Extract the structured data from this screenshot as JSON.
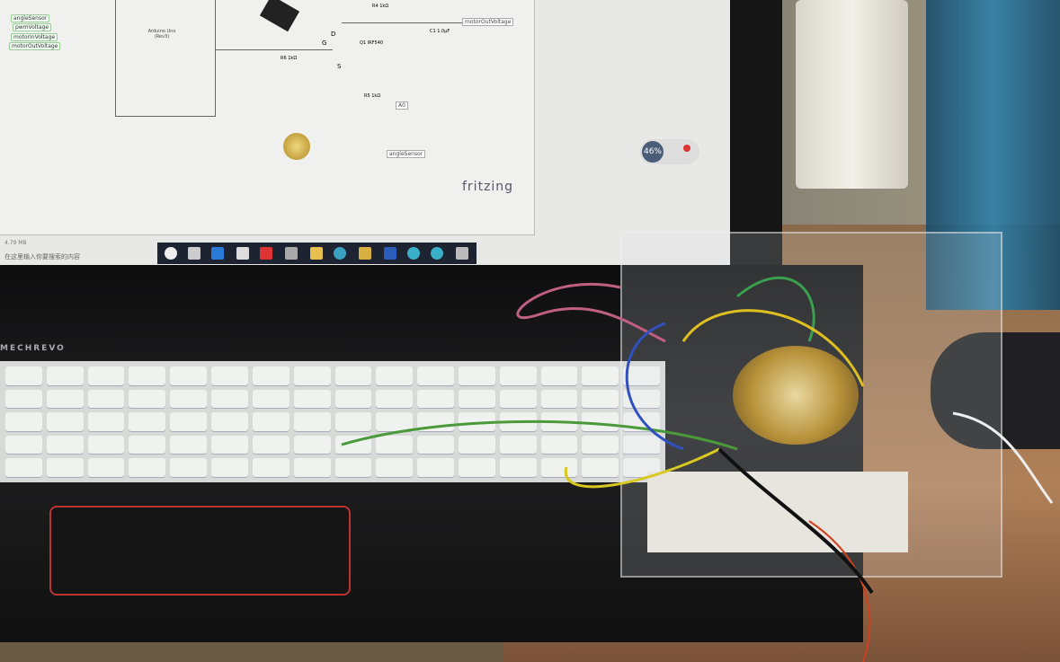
{
  "screen": {
    "schematic_labels": [
      "angleSensor",
      "pwmVoltage",
      "motorInVoltage",
      "motorOutVoltage"
    ],
    "net_labels": {
      "motor_out": "motorOutVoltage",
      "a0": "A0",
      "angle": "angleSensor"
    },
    "components": {
      "arduino": "Arduino Uno (Rev3)",
      "r4": "R4 1kΩ",
      "c1": "C1 1.0μF",
      "q1": "Q1 IRF540",
      "r6": "R6 1kΩ",
      "r5": "R5 1kΩ",
      "gate": "G",
      "drain": "D",
      "source": "S"
    },
    "app_logo": "fritzing",
    "status_text": "4.79 MB",
    "search_placeholder": "在这里输入你要搜索的内容",
    "cpu_badge": "46%"
  },
  "laptop": {
    "brand": "MECHREVO"
  },
  "colors": {
    "touchpad_trim": "#bb3333",
    "pot": "#b8923a",
    "bottle": "#2d7fa8"
  }
}
